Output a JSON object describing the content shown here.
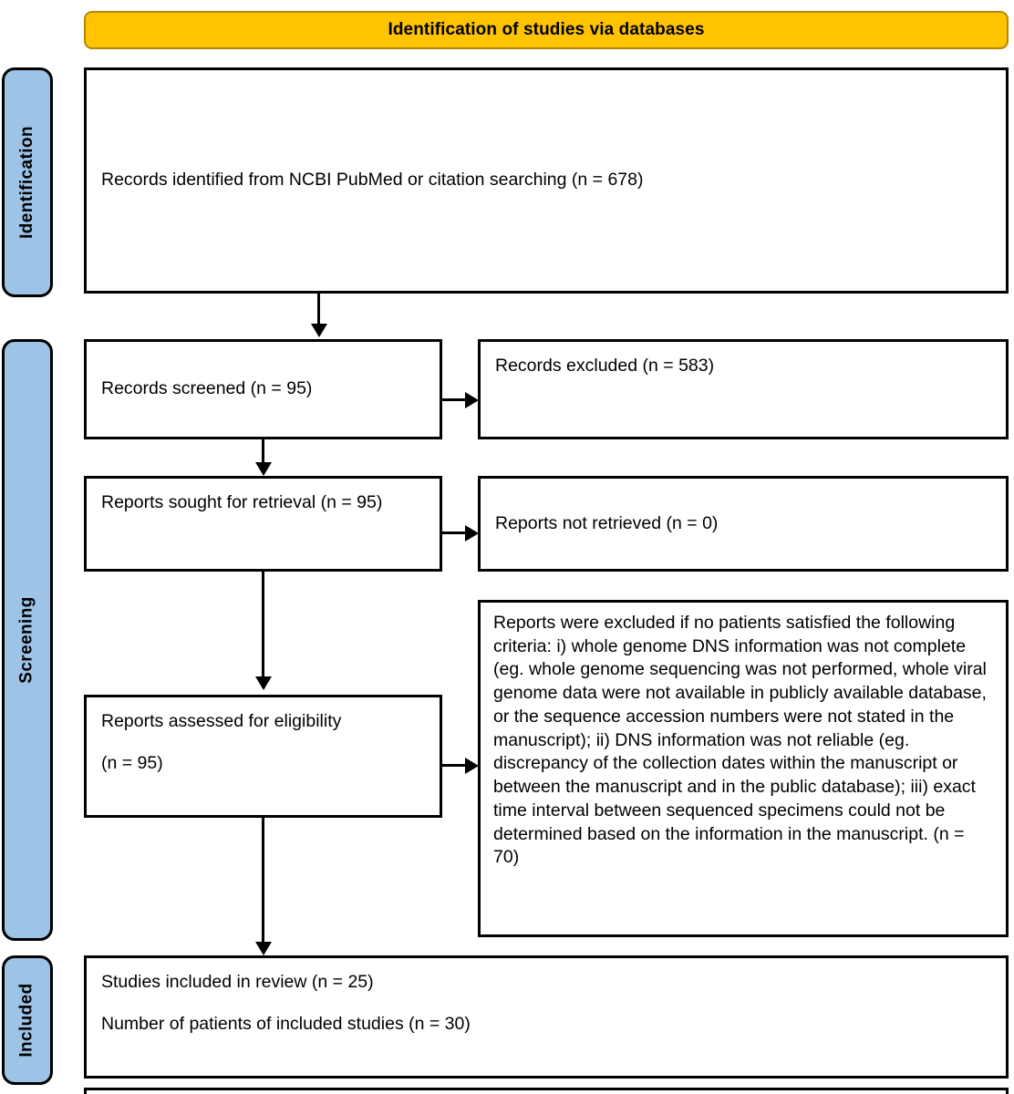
{
  "banner": {
    "title": "Identification of studies via databases"
  },
  "phases": [
    {
      "id": "identification",
      "label": "Identification"
    },
    {
      "id": "screening",
      "label": "Screening"
    },
    {
      "id": "included",
      "label": "Included"
    }
  ],
  "boxes": {
    "identified": {
      "line1": "Records identified from NCBI PubMed or citation searching (n = 678)"
    },
    "screened": {
      "line1": "Records screened (n = 95)"
    },
    "excluded": {
      "line1": "Records excluded (n = 583)"
    },
    "sought": {
      "line1": "Reports sought for retrieval (n = 95)"
    },
    "not_retrieved": {
      "line1": "Reports not retrieved (n = 0)"
    },
    "assessed": {
      "line1": "Reports assessed for eligibility",
      "line2": "(n = 95)"
    },
    "reports_excluded": {
      "line1": "Reports were excluded if no patients satisfied the following criteria: i) whole genome DNS information was not complete (eg. whole genome sequencing was not performed, whole viral genome data were not available in publicly available database, or the sequence accession numbers were not stated in the manuscript); ii) DNS information was not reliable (eg. discrepancy of the collection dates within the manuscript or between the manuscript and in the public database); iii) exact time interval between sequenced specimens could not be determined based on the information in the manuscript. (n = 70)"
    },
    "included_studies": {
      "line1": "Studies included in review (n = 25)",
      "line2": "Number of patients of included studies (n = 30)"
    }
  },
  "colors": {
    "banner_fill": "#FFC300",
    "banner_border": "#B8860B",
    "phase_fill": "#9DC3E6",
    "box_border": "#000000",
    "box_fill": "#FFFFFF",
    "text": "#000000"
  }
}
